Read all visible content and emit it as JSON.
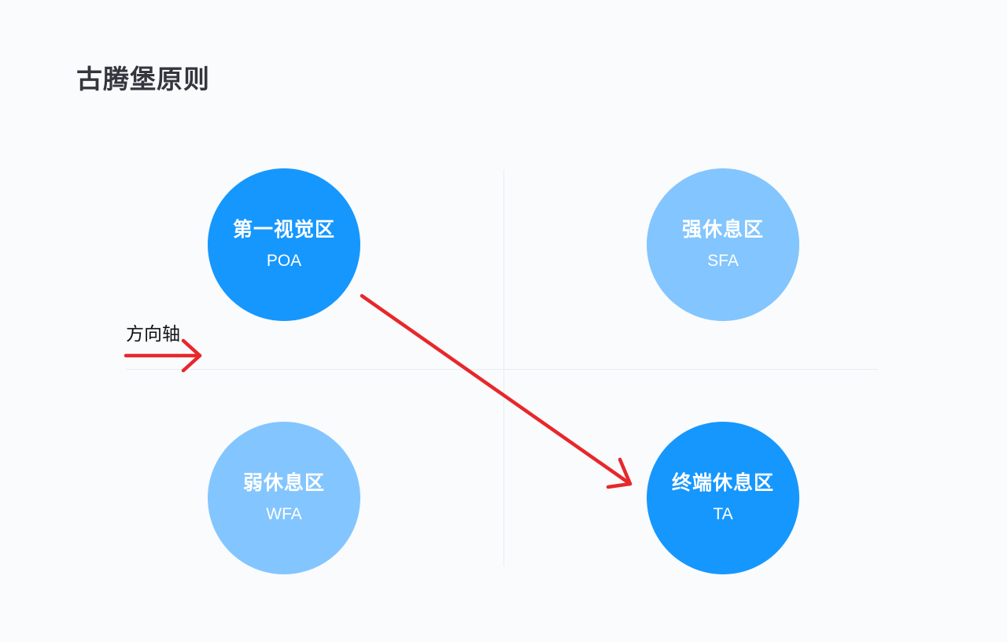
{
  "title": "古腾堡原则",
  "axis_label": "方向轴",
  "colors": {
    "strong_zone": "#1697fd",
    "weak_zone": "#83c5fe",
    "arrow": "#e8272b",
    "grid": "#e7edf3"
  },
  "zones": {
    "poa": {
      "name": "第一视觉区",
      "abbr": "POA"
    },
    "sfa": {
      "name": "强休息区",
      "abbr": "SFA"
    },
    "wfa": {
      "name": "弱休息区",
      "abbr": "WFA"
    },
    "ta": {
      "name": "终端休息区",
      "abbr": "TA"
    }
  }
}
